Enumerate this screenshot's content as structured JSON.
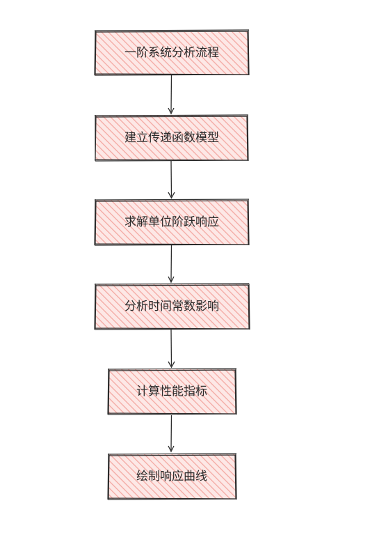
{
  "diagram": {
    "type": "flowchart",
    "direction": "top-to-bottom",
    "style": "hand-drawn",
    "colors": {
      "box_fill_hatch": "#f4a9a3",
      "box_fill_bg": "#fde8e6",
      "stroke": "#2b2b2b",
      "text": "#2b2b2b"
    },
    "nodes": [
      {
        "id": "n1",
        "label": "一阶系统分析流程"
      },
      {
        "id": "n2",
        "label": "建立传递函数模型"
      },
      {
        "id": "n3",
        "label": "求解单位阶跃响应"
      },
      {
        "id": "n4",
        "label": "分析时间常数影响"
      },
      {
        "id": "n5",
        "label": "计算性能指标"
      },
      {
        "id": "n6",
        "label": "绘制响应曲线"
      }
    ],
    "edges": [
      {
        "from": "n1",
        "to": "n2"
      },
      {
        "from": "n2",
        "to": "n3"
      },
      {
        "from": "n3",
        "to": "n4"
      },
      {
        "from": "n4",
        "to": "n5"
      },
      {
        "from": "n5",
        "to": "n6"
      }
    ]
  }
}
